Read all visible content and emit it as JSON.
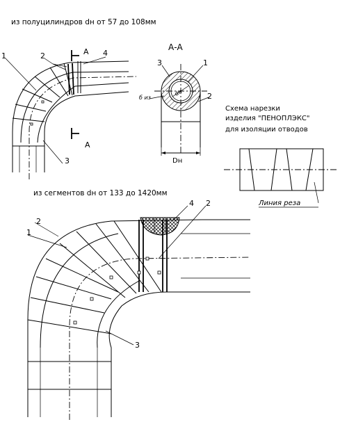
{
  "captions": {
    "top": "из полуцилиндров dн от 57 до 108мм",
    "middle": "из сегментов dн от 133 до 1420мм"
  },
  "section": {
    "label": "А-А",
    "marker_top": "А",
    "marker_bottom": "А",
    "dim_outer": "Dн",
    "dim_thickness": "б из",
    "dim_inner": "dн"
  },
  "scheme": {
    "line1": "Схема нарезки",
    "line2": "изделия \"ПЕНОПЛЭКС\"",
    "line3": "для изоляции отводов",
    "cut_line_label": "Линия реза"
  },
  "callouts_top": {
    "c1": "1",
    "c2": "2",
    "c3": "3",
    "c4": "4"
  },
  "callouts_section": {
    "c1": "1",
    "c2": "2",
    "c3": "3"
  },
  "callouts_bottom": {
    "c1": "1",
    "c2a": "2",
    "c2b": "2",
    "c3": "3",
    "c4": "4"
  }
}
